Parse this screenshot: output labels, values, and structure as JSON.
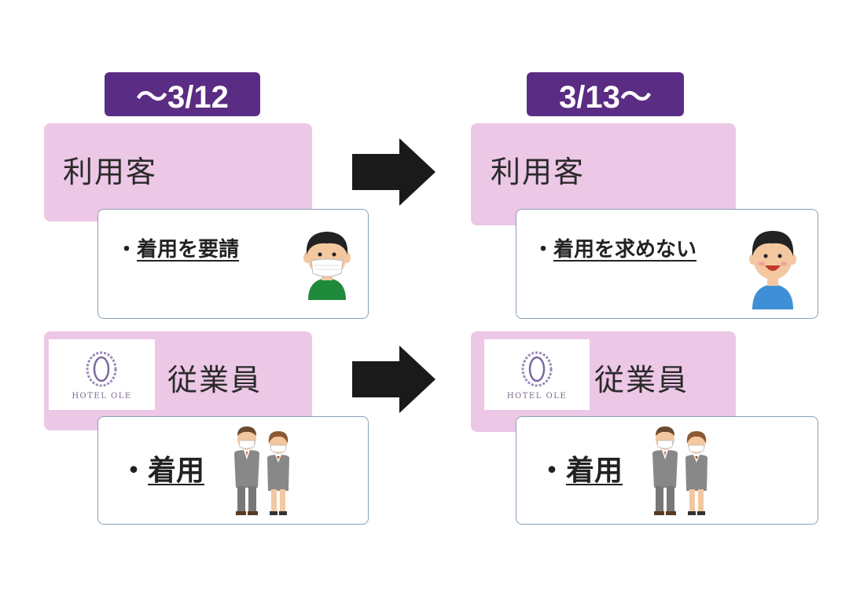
{
  "before": {
    "date": "〜3/12",
    "customer": {
      "label": "利用客",
      "action": "着用を要請"
    },
    "staff": {
      "label": "従業員",
      "action": "着用"
    }
  },
  "after": {
    "date": "3/13〜",
    "customer": {
      "label": "利用客",
      "action": "着用を求めない"
    },
    "staff": {
      "label": "従業員",
      "action": "着用"
    }
  },
  "bullet": "・",
  "logo": {
    "text": "HOTEL OLE",
    "icon": "ole-o-logo-icon"
  },
  "icons": {
    "arrow": "right-arrow-icon",
    "masked_boy": "masked-boy-icon",
    "smiling_boy": "smiling-boy-icon",
    "masked_staff": "masked-staff-pair-icon"
  },
  "colors": {
    "date_bg": "#5b2c83",
    "pink": "#ecc7e6",
    "arrow": "#1a1a1a"
  }
}
